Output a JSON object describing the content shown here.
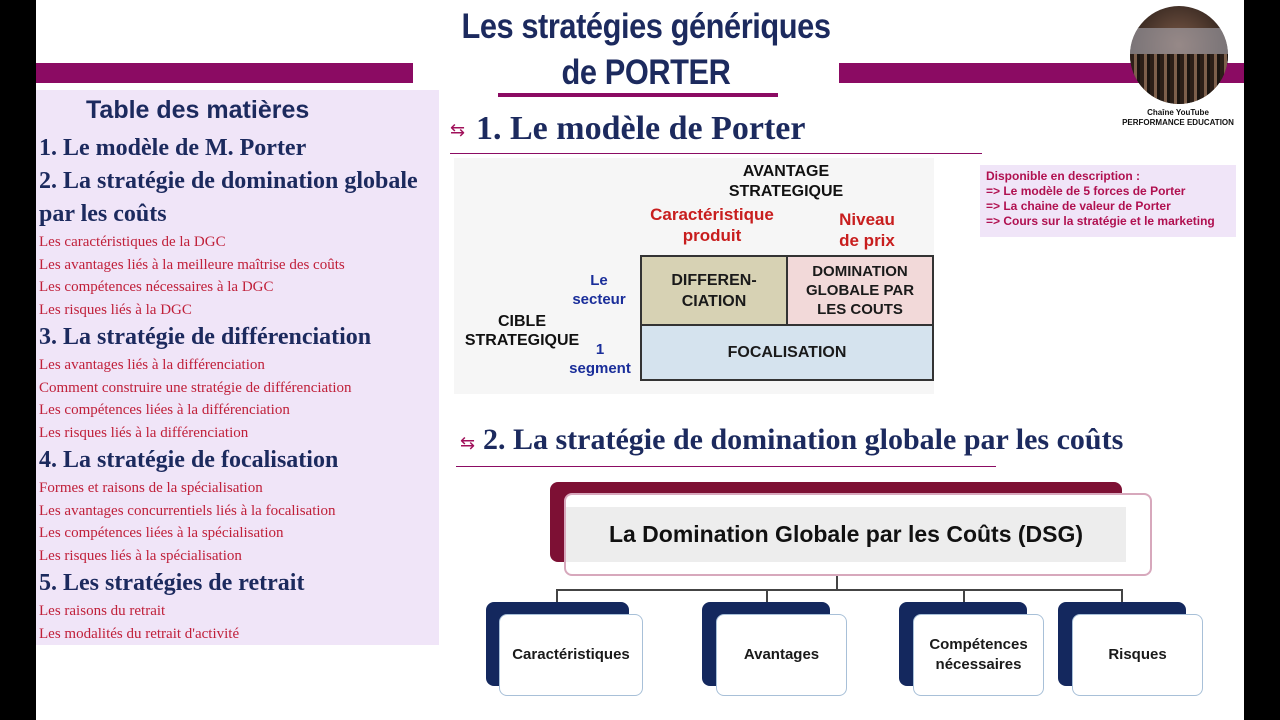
{
  "header": {
    "title_line1": "Les stratégies génériques",
    "title_line2": "de PORTER"
  },
  "logo": {
    "caption_line1": "Chaîne YouTube",
    "caption_line2": "PERFORMANCE EDUCATION"
  },
  "toc": {
    "title": "Table des matières",
    "items": [
      {
        "type": "h",
        "text": "1. Le modèle de M. Porter"
      },
      {
        "type": "h",
        "text": "2. La stratégie de domination globale par les coûts"
      },
      {
        "type": "s",
        "text": "Les caractéristiques de la DGC"
      },
      {
        "type": "s",
        "text": "Les avantages liés à la meilleure maîtrise des coûts"
      },
      {
        "type": "s",
        "text": "Les compétences nécessaires à la DGC"
      },
      {
        "type": "s",
        "text": "Les risques liés à la DGC"
      },
      {
        "type": "h",
        "text": "3. La stratégie de différenciation"
      },
      {
        "type": "s",
        "text": "Les avantages liés à la différenciation"
      },
      {
        "type": "s",
        "text": "Comment construire une stratégie de différenciation"
      },
      {
        "type": "s",
        "text": "Les compétences liées à la différenciation"
      },
      {
        "type": "s",
        "text": "Les risques liés à la différenciation"
      },
      {
        "type": "h",
        "text": "4. La stratégie de focalisation"
      },
      {
        "type": "s",
        "text": "Formes et raisons de la spécialisation"
      },
      {
        "type": "s",
        "text": "Les avantages concurrentiels liés à la focalisation"
      },
      {
        "type": "s",
        "text": "Les compétences liées à la spécialisation"
      },
      {
        "type": "s",
        "text": "Les risques liés à la spécialisation"
      },
      {
        "type": "h",
        "text": "5. Les stratégies de retrait"
      },
      {
        "type": "s",
        "text": "Les raisons du retrait"
      },
      {
        "type": "s",
        "text": "Les modalités du retrait d'activité"
      }
    ]
  },
  "section1": {
    "title": "1. Le modèle de Porter",
    "avantage_line1": "AVANTAGE",
    "avantage_line2": "STRATEGIQUE",
    "carac_line1": "Caractéristique",
    "carac_line2": "produit",
    "niveau_line1": "Niveau",
    "niveau_line2": "de prix",
    "le_secteur_line1": "Le",
    "le_secteur_line2": "secteur",
    "cible_line1": "CIBLE",
    "cible_line2": "STRATEGIQUE",
    "un_segment_line1": "1",
    "un_segment_line2": "segment",
    "cell_diff_line1": "DIFFEREN-",
    "cell_diff_line2": "CIATION",
    "cell_dom_line1": "DOMINATION",
    "cell_dom_line2": "GLOBALE PAR",
    "cell_dom_line3": "LES COUTS",
    "cell_foc": "FOCALISATION"
  },
  "note": {
    "line1": "Disponible en description :",
    "line2": "=> Le modèle de 5 forces de Porter",
    "line3": "=> La chaine de valeur de Porter",
    "line4": "=> Cours sur la stratégie et le marketing"
  },
  "section2": {
    "title": "2. La stratégie de domination globale par les coûts",
    "main_box": "La Domination Globale par les Coûts (DSG)",
    "child1": "Caractéristiques",
    "child2": "Avantages",
    "child3_line1": "Compétences",
    "child3_line2": "nécessaires",
    "child4": "Risques"
  },
  "colors": {
    "accent": "#8b0b63",
    "navy": "#1c2a5e",
    "toc_bg": "#f0e5f8",
    "subitem": "#c0203a"
  },
  "icons": [
    "arrow-icon",
    "logo-photo"
  ]
}
